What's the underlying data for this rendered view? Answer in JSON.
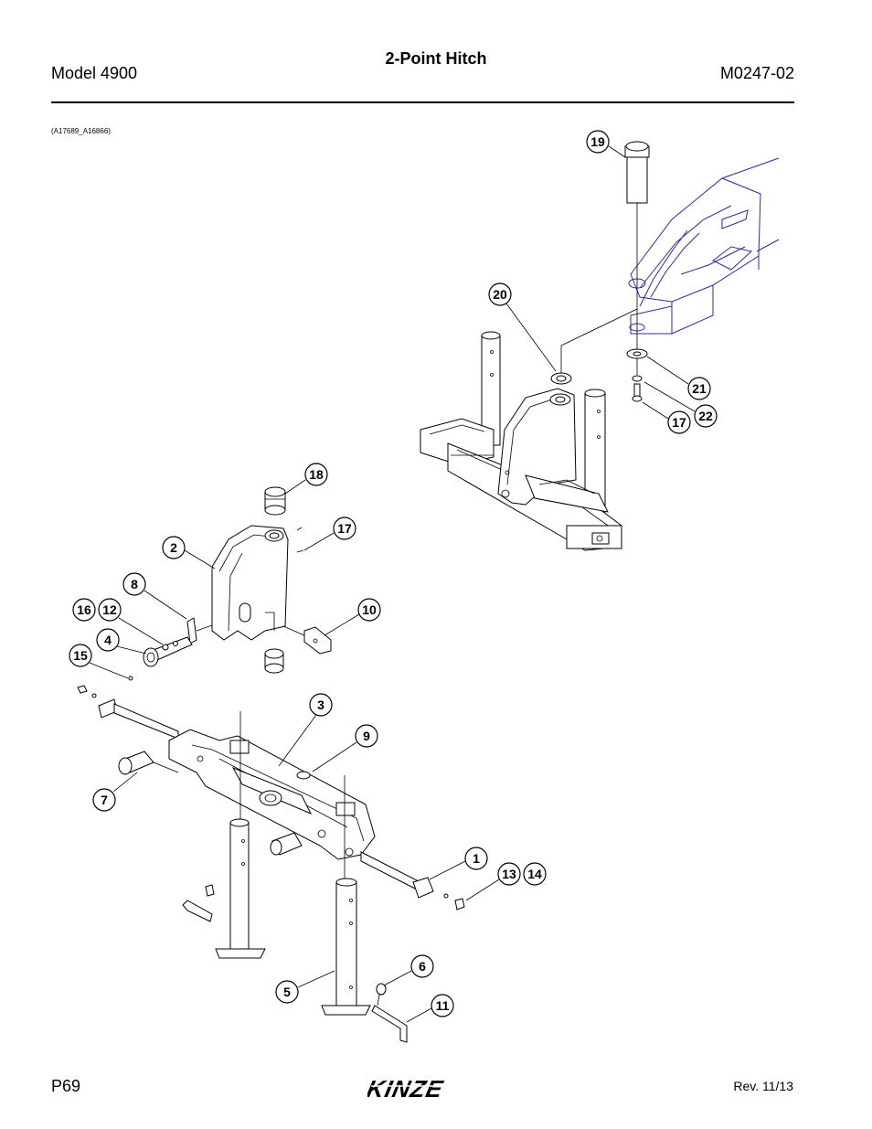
{
  "header": {
    "model": "Model 4900",
    "title": "2-Point Hitch",
    "doc_number": "M0247-02"
  },
  "figure_ref": "(A17689_A16866)",
  "footer": {
    "page": "P69",
    "revision": "Rev. 11/13",
    "logo_text": "KINZE"
  },
  "callouts": [
    "1",
    "2",
    "3",
    "4",
    "5",
    "6",
    "7",
    "8",
    "9",
    "10",
    "11",
    "12",
    "13",
    "14",
    "15",
    "16",
    "17",
    "18",
    "19",
    "20",
    "21",
    "22",
    "17"
  ]
}
